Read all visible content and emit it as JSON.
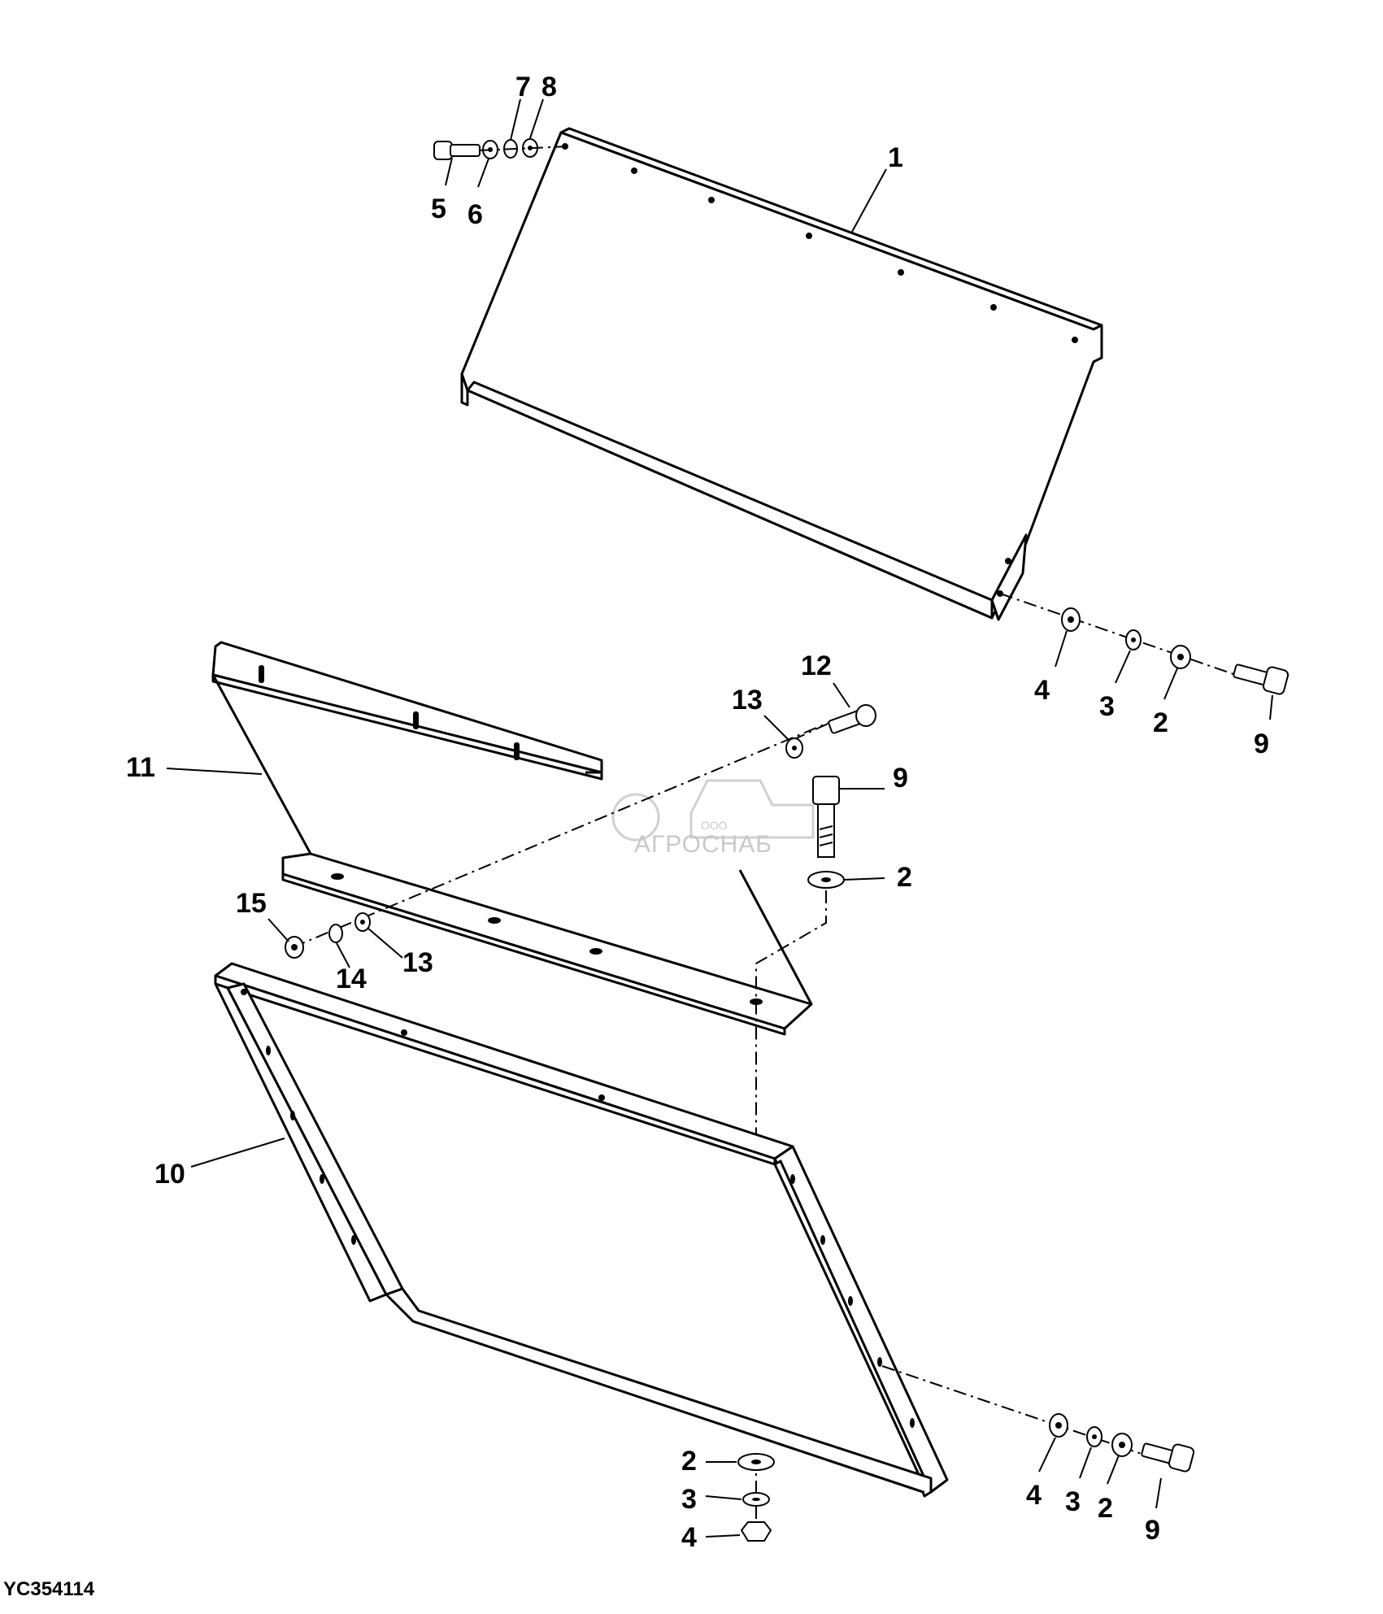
{
  "figure_id": "YC354114",
  "watermark": {
    "company_prefix": "ООО",
    "company_name": "АГРОСНАБ"
  },
  "callouts": {
    "c1": "1",
    "c2a": "2",
    "c2b": "2",
    "c2c": "2",
    "c2d": "2",
    "c3a": "3",
    "c3b": "3",
    "c3c": "3",
    "c4a": "4",
    "c4b": "4",
    "c4c": "4",
    "c5": "5",
    "c6": "6",
    "c7": "7",
    "c8": "8",
    "c9a": "9",
    "c9b": "9",
    "c9c": "9",
    "c10": "10",
    "c11": "11",
    "c12": "12",
    "c13a": "13",
    "c13b": "13",
    "c14": "14",
    "c15": "15"
  }
}
